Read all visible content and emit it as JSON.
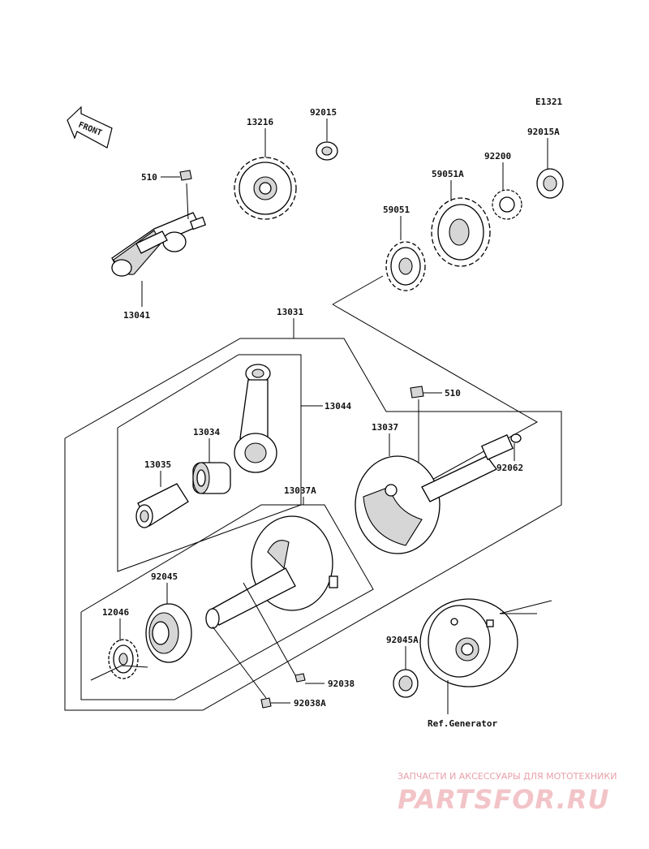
{
  "diagram_code": "E1321",
  "front_label": "FRONT",
  "parts": {
    "p510_top": "510",
    "p13216": "13216",
    "p92015": "92015",
    "p92015A": "92015A",
    "p92200": "92200",
    "p59051A": "59051A",
    "p59051": "59051",
    "p13041": "13041",
    "p13031": "13031",
    "p13044": "13044",
    "p510_mid": "510",
    "p13034": "13034",
    "p13037": "13037",
    "p13035": "13035",
    "p92062": "92062",
    "p13037A": "13037A",
    "p92045": "92045",
    "p12046": "12046",
    "p92045A": "92045A",
    "p92038": "92038",
    "p92038A": "92038A"
  },
  "reference_label": "Ref.Generator",
  "watermark": {
    "tagline": "ЗАПЧАСТИ И АКСЕССУАРЫ ДЛЯ МОТОТЕХНИКИ",
    "brand": "PARTSFOR.RU"
  }
}
